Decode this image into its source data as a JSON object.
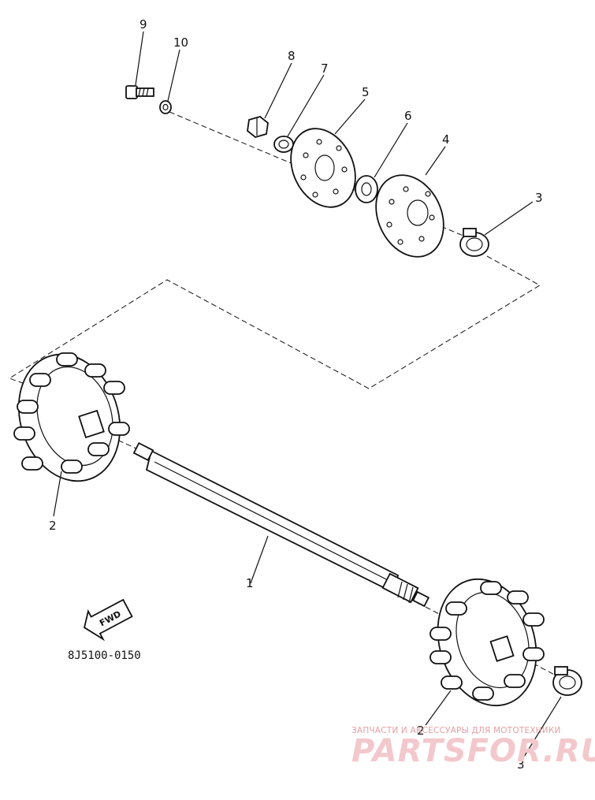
{
  "diagram": {
    "callouts": [
      {
        "id": "9",
        "label": "9"
      },
      {
        "id": "10",
        "label": "10"
      },
      {
        "id": "8",
        "label": "8"
      },
      {
        "id": "7",
        "label": "7"
      },
      {
        "id": "5",
        "label": "5"
      },
      {
        "id": "6",
        "label": "6"
      },
      {
        "id": "4",
        "label": "4"
      },
      {
        "id": "3a",
        "label": "3"
      },
      {
        "id": "2a",
        "label": "2"
      },
      {
        "id": "1",
        "label": "1"
      },
      {
        "id": "2b",
        "label": "2"
      },
      {
        "id": "3b",
        "label": "3"
      }
    ],
    "fwd_label": "FWD",
    "drawing_code": "8J5100-0150"
  },
  "watermark": {
    "line1": "ЗАПЧАСТИ И АКСЕССУАРЫ ДЛЯ МОТОТЕХНИКИ",
    "line2": "PARTSFOR.RU"
  }
}
